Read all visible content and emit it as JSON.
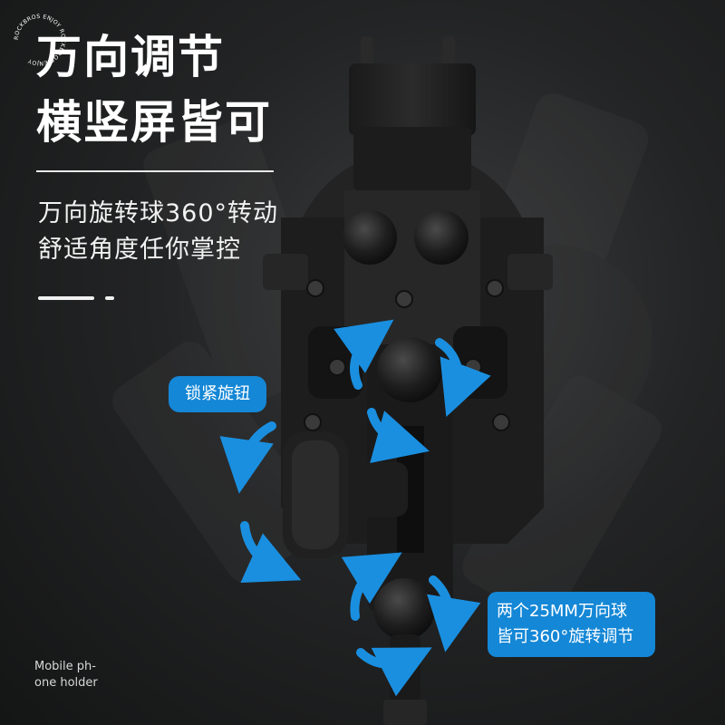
{
  "title": {
    "line1": "万向调节",
    "line2": "横竖屏皆可"
  },
  "subtitle": {
    "line1": "万向旋转球360°转动",
    "line2": "舒适角度任你掌控"
  },
  "labels": {
    "lock_knob": "锁紧旋钮",
    "ball_line1": "两个25MM万向球",
    "ball_line2": "皆可360°旋转调节"
  },
  "caption": {
    "line1": "Mobile ph-",
    "line2": "one holder"
  },
  "logo": {
    "text": "ROCKBROS ENJOY ROCKBROS ENJOY"
  },
  "colors": {
    "accent": "#1487d6",
    "arrow": "#1a8fe0",
    "text": "#ffffff"
  },
  "icons": {
    "rotation": "rotate-arrow-icon"
  }
}
